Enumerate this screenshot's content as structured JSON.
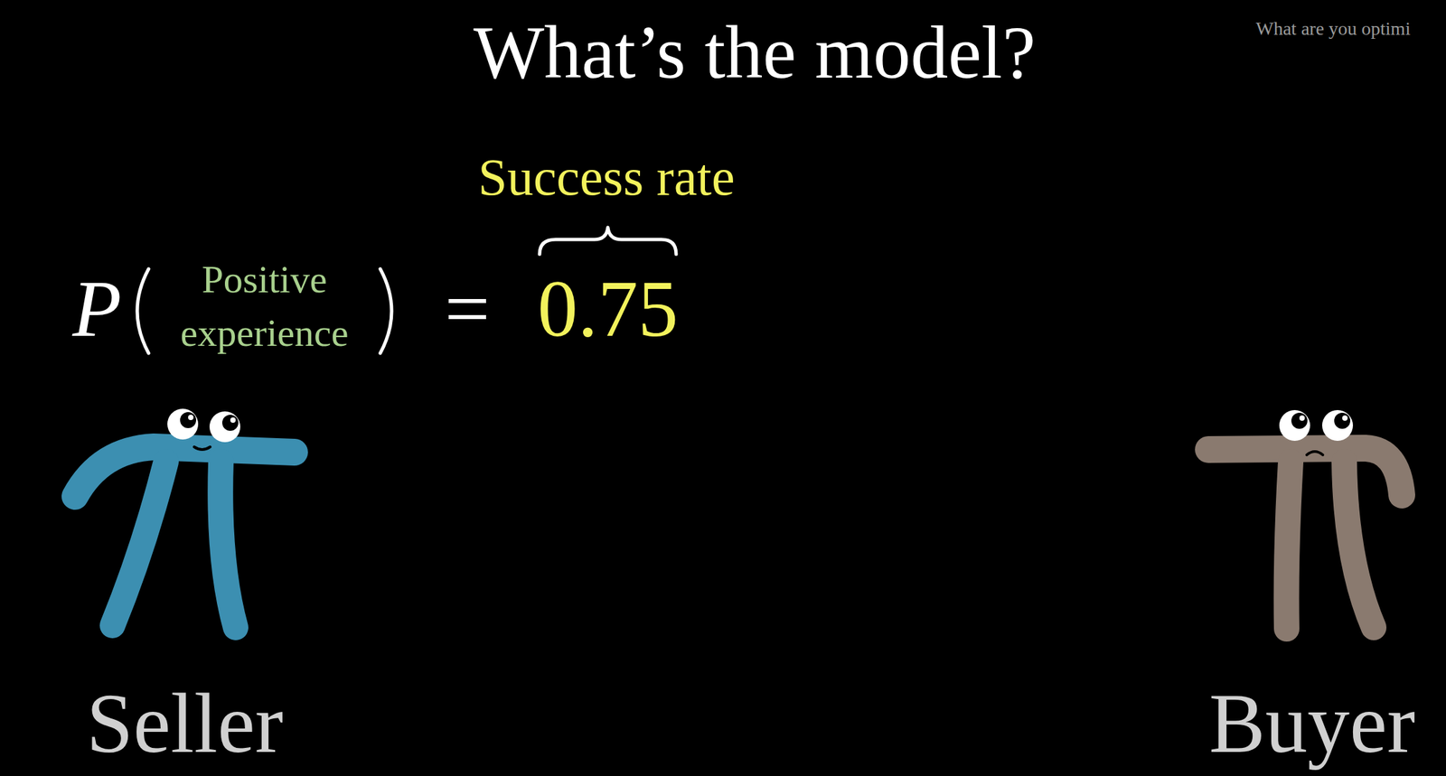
{
  "diagram": {
    "title": "What’s the model?",
    "labels": [
      "What are you optimi",
      "Success rate",
      "P",
      "Positive",
      "experience",
      "=",
      "0.75",
      "Seller",
      "Buyer"
    ]
  }
}
